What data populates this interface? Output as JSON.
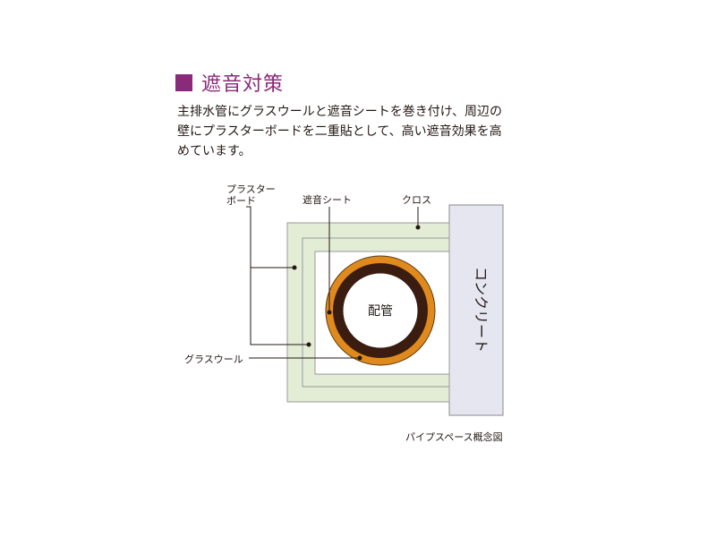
{
  "heading": {
    "title": "遮音対策"
  },
  "description": {
    "lines": [
      "主排水管にグラスウールと遮音シートを巻き付け、周辺の",
      "壁にプラスターボードを二重貼として、高い遮音効果を高",
      "めています。"
    ]
  },
  "diagram": {
    "labels": {
      "plaster_board_line1": "プラスター",
      "plaster_board_line2": "ボード",
      "sound_sheet": "遮音シート",
      "cloth": "クロス",
      "glass_wool": "グラスウール",
      "pipe": "配管",
      "concrete": "コンクリート"
    },
    "caption": "パイプスペース概念図",
    "colors": {
      "accent": "#8a2a7a",
      "plaster_board": "#e3ecd5",
      "concrete": "#e6e6f1",
      "pipe_outer": "#e08a1e",
      "pipe_inner": "#3a1d10"
    }
  }
}
